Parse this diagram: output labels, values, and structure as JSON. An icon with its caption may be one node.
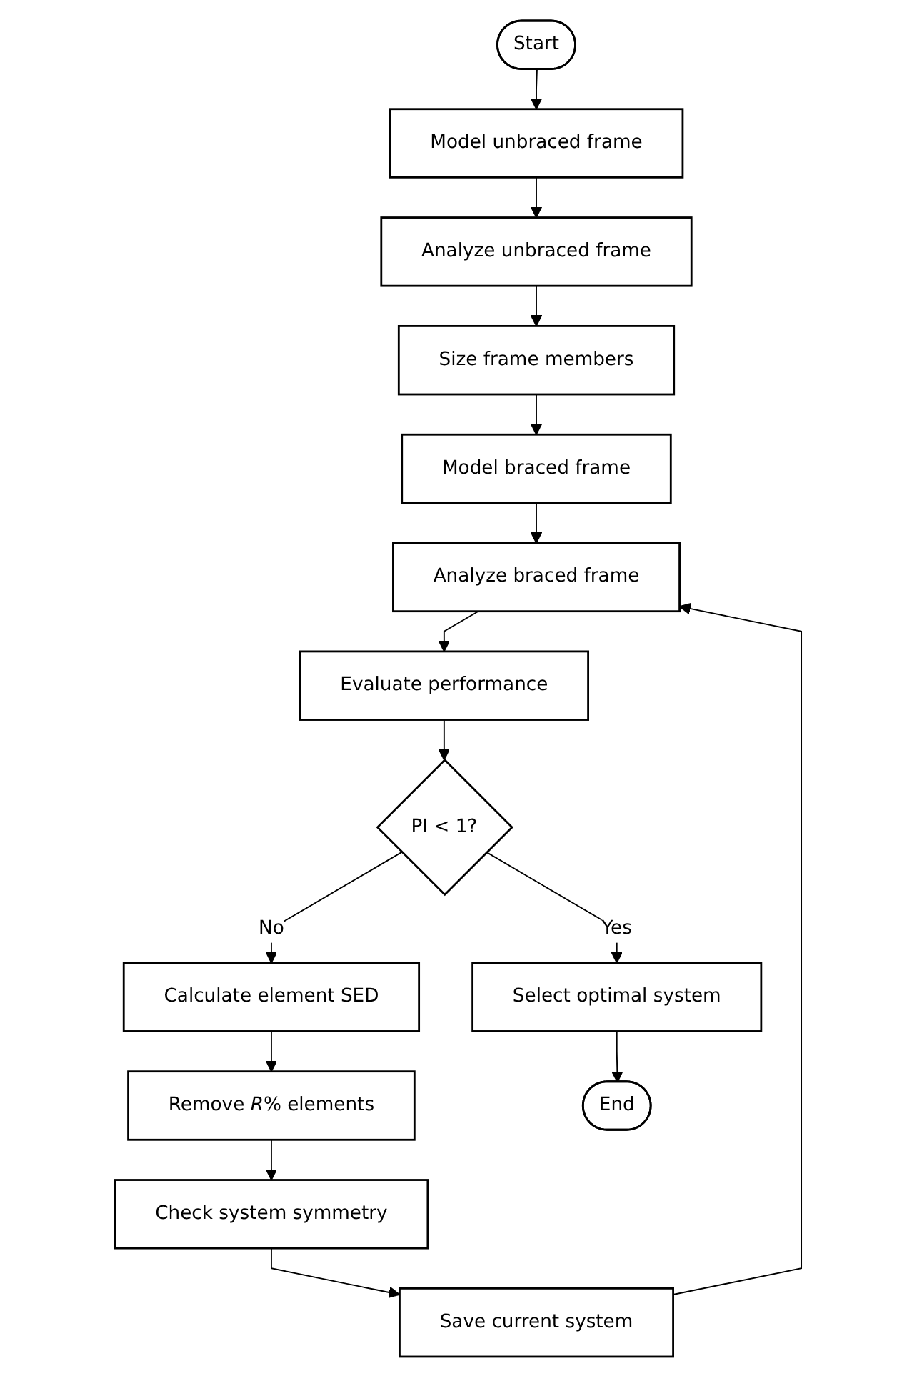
{
  "diagram": {
    "nodes": [
      {
        "text": [
          "Start"
        ]
      },
      {
        "text": [
          "Model unbraced frame"
        ]
      },
      {
        "text": [
          "Analyze unbraced frame"
        ]
      },
      {
        "text": [
          "Size frame members"
        ]
      },
      {
        "text": [
          "Model braced frame"
        ]
      },
      {
        "text": [
          "Analyze braced frame"
        ]
      },
      {
        "text": [
          "Evaluate performance"
        ]
      },
      {
        "text": [
          "PI < 1?"
        ]
      },
      {
        "text": [
          "Calculate element SED"
        ]
      },
      {
        "text": [
          "Remove *R*% elements"
        ]
      },
      {
        "text": [
          "Check system symmetry"
        ]
      },
      {
        "text": [
          "Save current system"
        ]
      },
      {
        "text": [
          "Select optimal system"
        ]
      },
      {
        "text": [
          "End"
        ]
      }
    ],
    "edges": [
      {
        "from": 0,
        "to": 1,
        "arrow": "to"
      },
      {
        "from": 1,
        "to": 2,
        "arrow": "to"
      },
      {
        "from": 2,
        "to": 3,
        "arrow": "to"
      },
      {
        "from": 3,
        "to": 4,
        "arrow": "to"
      },
      {
        "from": 4,
        "to": 5,
        "arrow": "to"
      },
      {
        "from": 5,
        "to": 6,
        "arrow": "to"
      },
      {
        "from": 6,
        "to": 7,
        "arrow": "to"
      },
      {
        "from": 7,
        "to": 8,
        "arrow": "to",
        "label": "No"
      },
      {
        "from": 7,
        "to": 12,
        "arrow": "to",
        "label": "Yes"
      },
      {
        "from": 8,
        "to": 9,
        "arrow": "to"
      },
      {
        "from": 9,
        "to": 10,
        "arrow": "to"
      },
      {
        "from": 10,
        "to": 11,
        "arrow": "to"
      },
      {
        "from": 11,
        "to": 5,
        "arrow": "to"
      },
      {
        "from": 12,
        "to": 13,
        "arrow": "to"
      }
    ]
  }
}
